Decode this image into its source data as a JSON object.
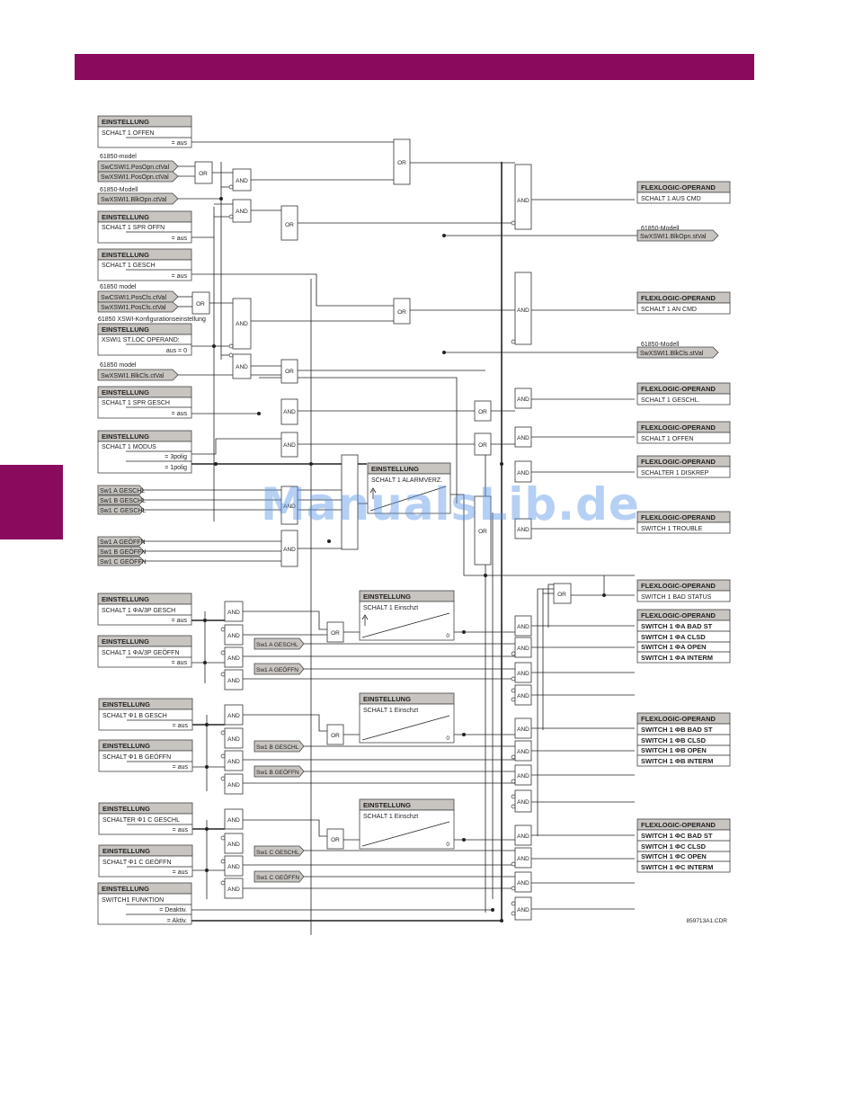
{
  "watermark": "ManualsLib.de",
  "figure_code": "859713A1.CDR",
  "colors": {
    "band": "#8a0a5e",
    "header_fill": "#c8c4c0",
    "watermark": "#5a96e6"
  },
  "settings": [
    {
      "header": "EINSTELLUNG",
      "title": "SCHALT 1 OFFEN",
      "values": [
        "= aus"
      ]
    },
    {
      "header": "EINSTELLUNG",
      "title": "SCHALT 1 SPR OFFN",
      "values": [
        "= aus"
      ]
    },
    {
      "header": "EINSTELLUNG",
      "title": "SCHALT 1 GESCH",
      "values": [
        "= aus"
      ]
    },
    {
      "header": "EINSTELLUNG",
      "title": "XSWI1 ST.LOC OPERAND:",
      "values": [
        "aus = 0"
      ]
    },
    {
      "header": "EINSTELLUNG",
      "title": "SCHALT 1 SPR GESCH",
      "values": [
        "= aus"
      ]
    },
    {
      "header": "EINSTELLUNG",
      "title": "SCHALT 1 MODUS",
      "values": [
        "= 3polig",
        "= 1polig"
      ]
    },
    {
      "header": "EINSTELLUNG",
      "title": "SCHALT 1 ΦA/3P GESCH",
      "values": [
        "= aus"
      ]
    },
    {
      "header": "EINSTELLUNG",
      "title": "SCHALT 1 ΦA/3P GEÖFFN",
      "values": [
        "= aus"
      ]
    },
    {
      "header": "EINSTELLUNG",
      "title": "SCHALT Φ1 B GESCH",
      "values": [
        "= aus"
      ]
    },
    {
      "header": "EINSTELLUNG",
      "title": "SCHALT Φ1 B GEÖFFN",
      "values": [
        "= aus"
      ]
    },
    {
      "header": "EINSTELLUNG",
      "title": "SCHALTER Φ1 C GESCHL",
      "values": [
        "= aus"
      ]
    },
    {
      "header": "EINSTELLUNG",
      "title": "SCHALT Φ1 C GEÖFFN",
      "values": [
        "= aus"
      ]
    },
    {
      "header": "EINSTELLUNG",
      "title": "SWITCH1 FUNKTION",
      "values": [
        "= Deaktiv.",
        "= Aktiv."
      ]
    }
  ],
  "model_labels": {
    "m1": "61850-model",
    "m2": "61850-Modell",
    "m3": "61850 model",
    "m4": "61850 XSWI-Konfigurationseinstellung",
    "m5": "61850 model",
    "m6": "61850-Modell",
    "m7": "61850-Modell"
  },
  "inputs": {
    "pos_opn_cs": "SwCSWI1.PosOpn.ctVal",
    "pos_opn_xs": "SwXSWI1.PosOpn.ctVal",
    "blk_opn_in": "SwXSWI1.BlkOpn.ctVal",
    "pos_cls_cs": "SwCSWI1.PosCls.ctVal",
    "pos_cls_xs": "SwXSWI1.PosCls.ctVal",
    "blk_cls_in": "SwXSWI1.BlkCls.ctVal",
    "sw_a_geschl": "Sw1 A GESCHL",
    "sw_b_geschl": "Sw1 B GESCHL",
    "sw_c_geschl": "Sw1 C GESCHL",
    "sw_a_geoffn": "Sw1 A GEÖFFN",
    "sw_b_geoffn": "Sw1 B GEÖFFN",
    "sw_c_geoffn": "Sw1 C GEÖFFN"
  },
  "outputs": {
    "blk_opn_out": "SwXSWI1.BlkOpn.stVal",
    "blk_cls_out": "SwXSWI1.BlkCls.stVal"
  },
  "gates": {
    "and": "AND",
    "or": "OR"
  },
  "timers": [
    {
      "header": "EINSTELLUNG",
      "title": "SCHALT 1 ALARMVERZ."
    },
    {
      "header": "EINSTELLUNG",
      "title": "SCHALT 1 Einschzt",
      "zero": "0"
    },
    {
      "header": "EINSTELLUNG",
      "title": "SCHALT 1 Einschzt",
      "zero": "0"
    },
    {
      "header": "EINSTELLUNG",
      "title": "SCHALT 1 Einschzt",
      "zero": "0"
    }
  ],
  "operands": [
    {
      "header": "FLEXLOGIC-OPERAND",
      "items": [
        "SCHALT 1 AUS CMD"
      ]
    },
    {
      "header": "FLEXLOGIC-OPERAND",
      "items": [
        "SCHALT 1 AN CMD"
      ]
    },
    {
      "header": "FLEXLOGIC-OPERAND",
      "items": [
        "SCHALT 1 GESCHL."
      ]
    },
    {
      "header": "FLEXLOGIC-OPERAND",
      "items": [
        "SCHALT 1 OFFEN"
      ]
    },
    {
      "header": "FLEXLOGIC-OPERAND",
      "items": [
        "SCHALTER 1 DISKREP"
      ]
    },
    {
      "header": "FLEXLOGIC-OPERAND",
      "items": [
        "SWITCH 1 TROUBLE"
      ]
    },
    {
      "header": "FLEXLOGIC-OPERAND",
      "items": [
        "SWITCH 1 BAD STATUS"
      ]
    },
    {
      "header": "FLEXLOGIC-OPERAND",
      "items": [
        "SWITCH 1 ΦA BAD ST",
        "SWITCH 1 ΦA CLSD",
        "SWITCH 1 ΦA OPEN",
        "SWITCH 1 ΦA INTERM"
      ]
    },
    {
      "header": "FLEXLOGIC-OPERAND",
      "items": [
        "SWITCH 1 ΦB BAD ST",
        "SWITCH 1 ΦB CLSD",
        "SWITCH 1 ΦB OPEN",
        "SWITCH 1 ΦB INTERM"
      ]
    },
    {
      "header": "FLEXLOGIC-OPERAND",
      "items": [
        "SWITCH 1 ΦC BAD ST",
        "SWITCH 1 ΦC CLSD",
        "SWITCH 1 ΦC OPEN",
        "SWITCH 1 ΦC INTERM"
      ]
    }
  ]
}
